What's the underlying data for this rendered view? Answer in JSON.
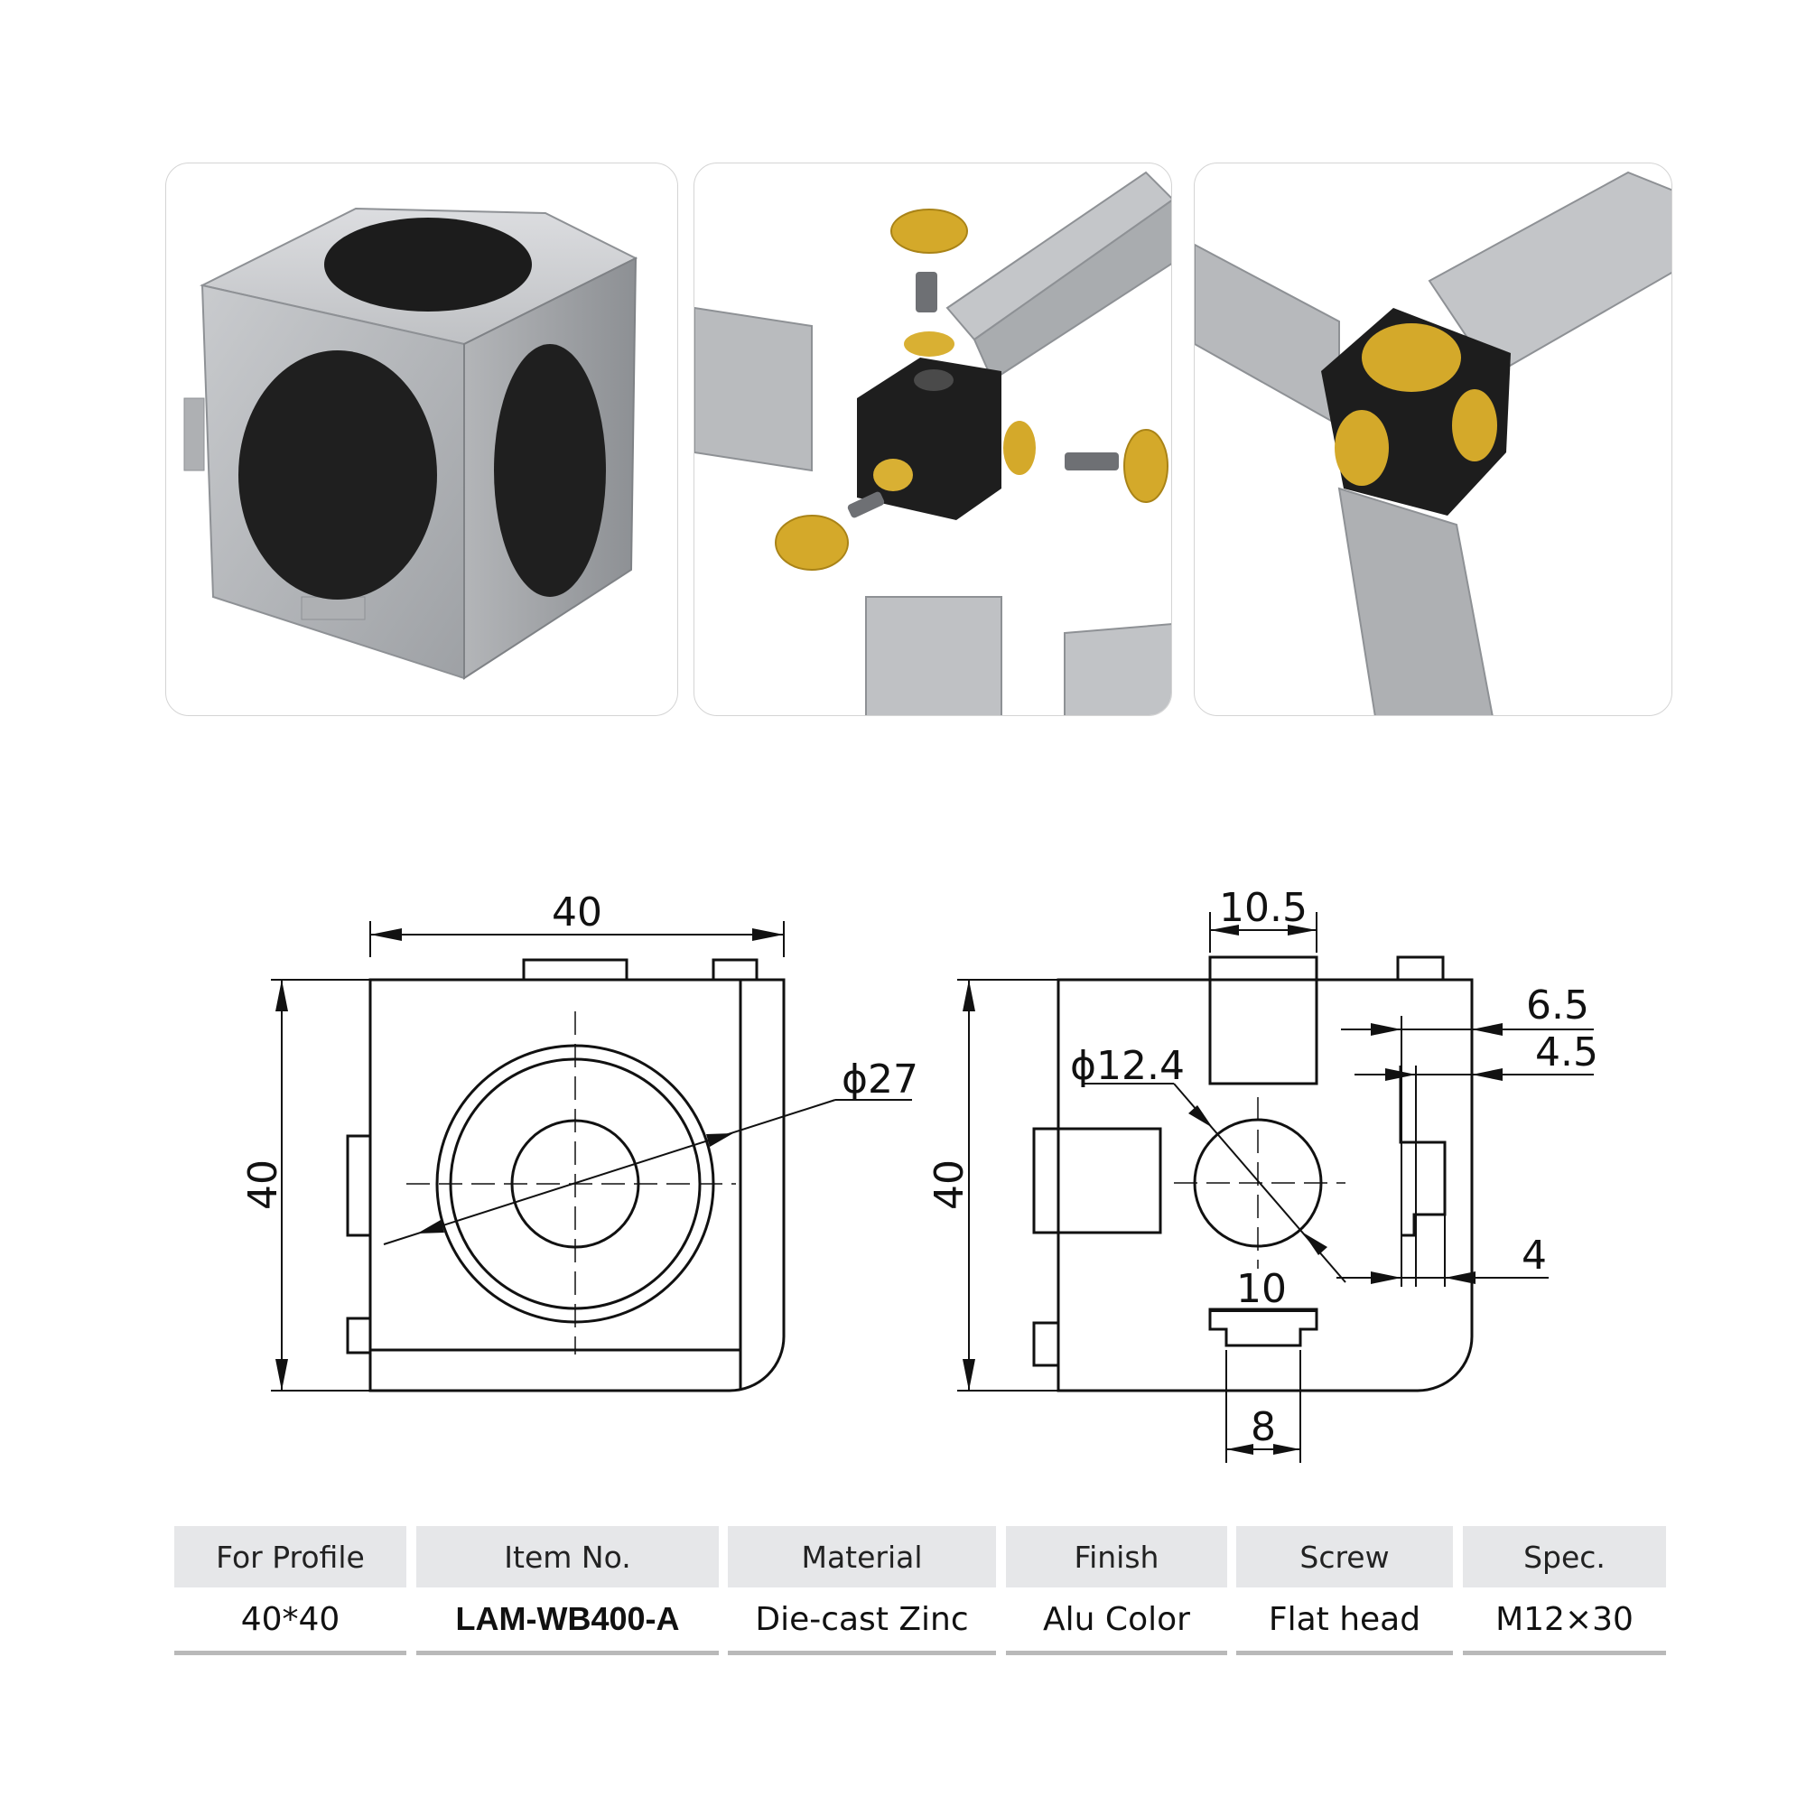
{
  "drawings": {
    "front": {
      "width_dim": "40",
      "height_dim": "40",
      "diameter_label": "ϕ27"
    },
    "side": {
      "top_slot_dim": "10.5",
      "height_dim": "40",
      "hole_diameter_label": "ϕ12.4",
      "right_dim_1": "6.5",
      "right_dim_2": "4.5",
      "right_dim_3": "4",
      "bottom_slot_dim": "10",
      "bottom_neck_dim": "8"
    }
  },
  "spec_table": {
    "headers": [
      "For Profile",
      "Item No.",
      "Material",
      "Finish",
      "Screw",
      "Spec."
    ],
    "values": [
      "40*40",
      "LAM-WB400-A",
      "Die-cast Zinc",
      "Alu Color",
      "Flat head",
      "M12×30"
    ]
  },
  "colors": {
    "aluminium": "#b7b9bc",
    "cap_gold": "#d4a92a",
    "cap_black": "#1c1c1c",
    "table_header": "#e6e7e9"
  }
}
